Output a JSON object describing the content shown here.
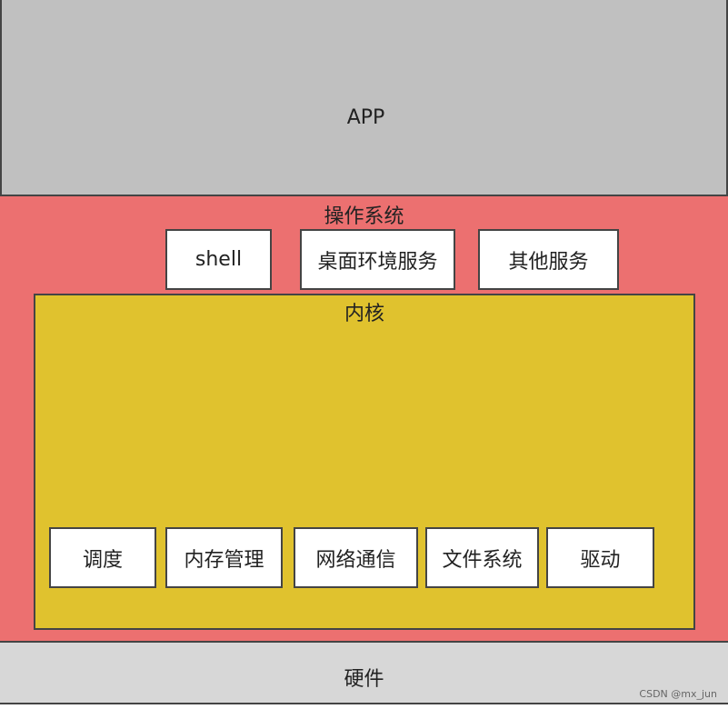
{
  "layers": {
    "app": {
      "label": "APP"
    },
    "os": {
      "label": "操作系统",
      "services": [
        "shell",
        "桌面环境服务",
        "其他服务"
      ]
    },
    "kernel": {
      "label": "内核",
      "modules": [
        "调度",
        "内存管理",
        "网络通信",
        "文件系统",
        "驱动"
      ]
    },
    "hardware": {
      "label": "硬件"
    }
  },
  "colors": {
    "app": "#c0c0c0",
    "os": "#ec7070",
    "kernel": "#e0c22e",
    "hardware": "#d7d7d7",
    "box": "#ffffff"
  },
  "watermark": "CSDN @mx_jun"
}
